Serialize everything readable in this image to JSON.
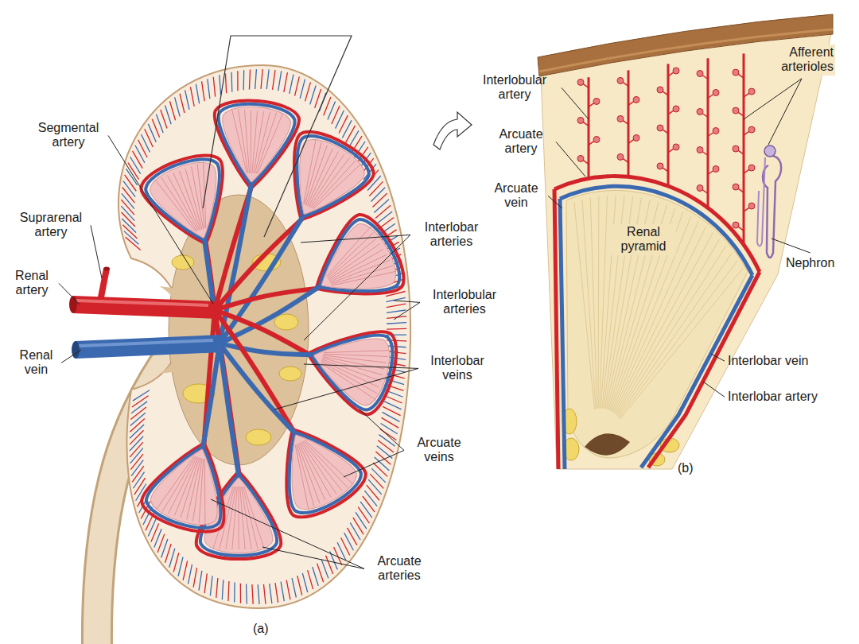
{
  "diagram": {
    "labels": [
      "Segmental artery",
      "Suprarenal artery",
      "Renal artery",
      "Renal vein",
      "Interlobar arteries",
      "Interlobular arteries",
      "Interlobar veins",
      "Arcuate veins",
      "Arcuate arteries",
      "(a)",
      "Interlobular artery",
      "Arcuate artery",
      "Arcuate vein",
      "Renal pyramid",
      "Afferent arterioles",
      "Nephron",
      "Interlobar vein",
      "Interlobar artery",
      "(b)"
    ]
  }
}
